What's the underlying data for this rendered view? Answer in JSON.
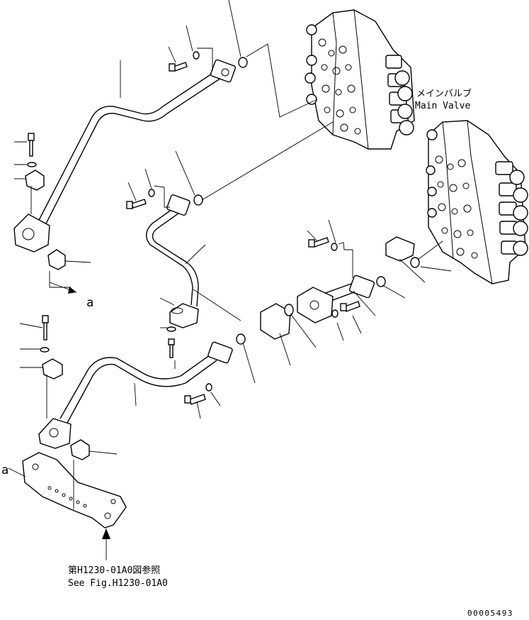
{
  "labels": {
    "main_valve_jp": "メインバルブ",
    "main_valve_en": "Main Valve",
    "ref_a_top": "a",
    "ref_a_bottom": "a",
    "see_fig_jp": "第H1230-01A0図参照",
    "see_fig_en": "See Fig.H1230-01A0",
    "drawing_number": "00005493"
  },
  "colors": {
    "line": "#000000",
    "background": "#ffffff"
  }
}
